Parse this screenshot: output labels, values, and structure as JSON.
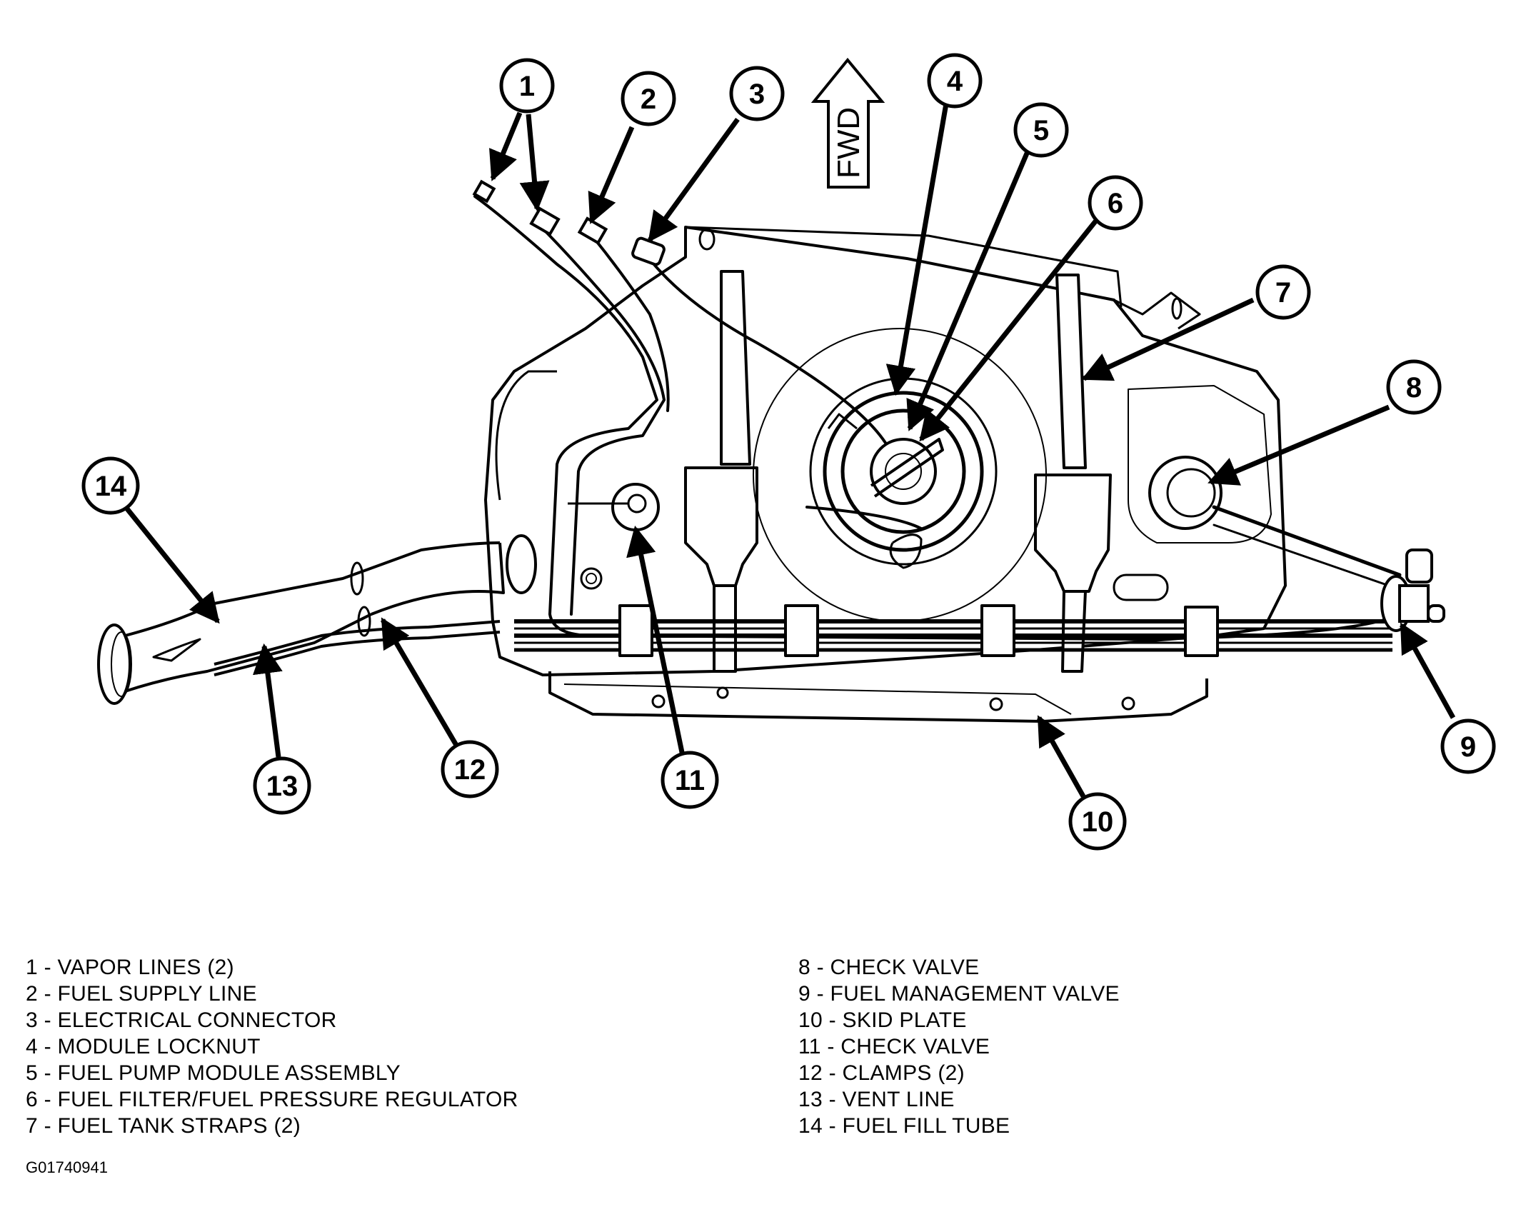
{
  "figure": {
    "title": "Fuel Tank Assembly Components",
    "direction_indicator": "FWD",
    "figure_id": "G01740941"
  },
  "callouts": [
    {
      "number": "1",
      "label": "VAPOR LINES (2)"
    },
    {
      "number": "2",
      "label": "FUEL SUPPLY LINE"
    },
    {
      "number": "3",
      "label": "ELECTRICAL CONNECTOR"
    },
    {
      "number": "4",
      "label": "MODULE LOCKNUT"
    },
    {
      "number": "5",
      "label": "FUEL PUMP MODULE ASSEMBLY"
    },
    {
      "number": "6",
      "label": "FUEL FILTER/FUEL PRESSURE REGULATOR"
    },
    {
      "number": "7",
      "label": "FUEL TANK STRAPS (2)"
    },
    {
      "number": "8",
      "label": "CHECK VALVE"
    },
    {
      "number": "9",
      "label": "FUEL MANAGEMENT VALVE"
    },
    {
      "number": "10",
      "label": "SKID PLATE"
    },
    {
      "number": "11",
      "label": "CHECK VALVE"
    },
    {
      "number": "12",
      "label": "CLAMPS (2)"
    },
    {
      "number": "13",
      "label": "VENT LINE"
    },
    {
      "number": "14",
      "label": "FUEL FILL TUBE"
    }
  ],
  "legend": {
    "left": [
      "1 - VAPOR LINES (2)",
      "2 - FUEL SUPPLY LINE",
      "3 - ELECTRICAL CONNECTOR",
      "4 - MODULE LOCKNUT",
      "5 - FUEL PUMP MODULE ASSEMBLY",
      "6 - FUEL FILTER/FUEL PRESSURE REGULATOR",
      "7 - FUEL TANK STRAPS (2)"
    ],
    "right": [
      "8 - CHECK VALVE",
      "9 - FUEL MANAGEMENT VALVE",
      "10 - SKID PLATE",
      "11 - CHECK VALVE",
      "12 - CLAMPS (2)",
      "13 - VENT LINE",
      "14 - FUEL FILL TUBE"
    ]
  }
}
